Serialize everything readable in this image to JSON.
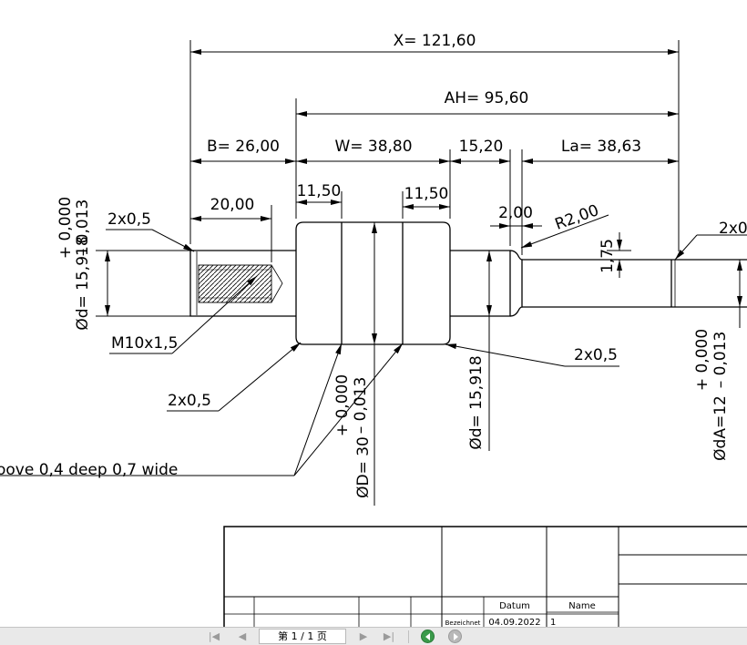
{
  "dimensions": {
    "overall_length": "X= 121,60",
    "ah_length": "AH= 95,60",
    "b_length": "B= 26,00",
    "w_length": "W= 38,80",
    "gap_length": "15,20",
    "la_length": "La= 38,63",
    "thread_length": "20,00",
    "groove_width_left": "11,50",
    "groove_width_right": "11,50",
    "undercut_width": "2,00",
    "radius": "R2,00",
    "undercut_depth": "1,75",
    "diameter_d_left": "Ød= 15,918",
    "tol_d_left_upper": "+ 0,000",
    "tol_d_left_lower": "– 0,013",
    "diameter_d_right": "Ød= 15,918",
    "diameter_D": "ØD= 30",
    "tol_D_upper": "+ 0,000",
    "tol_D_lower": "– 0,013",
    "diameter_dA": "ØdA=12",
    "tol_dA_upper": "+ 0,000",
    "tol_dA_lower": "– 0,013",
    "thread": "M10x1,5"
  },
  "notes": {
    "chamfer_top_left": "2x0,5",
    "chamfer_bottom_left": "2x0,5",
    "chamfer_right_collar": "2x0,5",
    "chamfer_far_right": "2x0",
    "groove_note": "oove 0,4 deep 0,7 wide"
  },
  "title_block": {
    "col_date": "Datum",
    "col_name": "Name",
    "row_label": "Bezeichnet",
    "date_value": "04.09.2022",
    "name_value": "1"
  },
  "viewer_toolbar": {
    "page_indicator": "第 1 / 1 页"
  }
}
